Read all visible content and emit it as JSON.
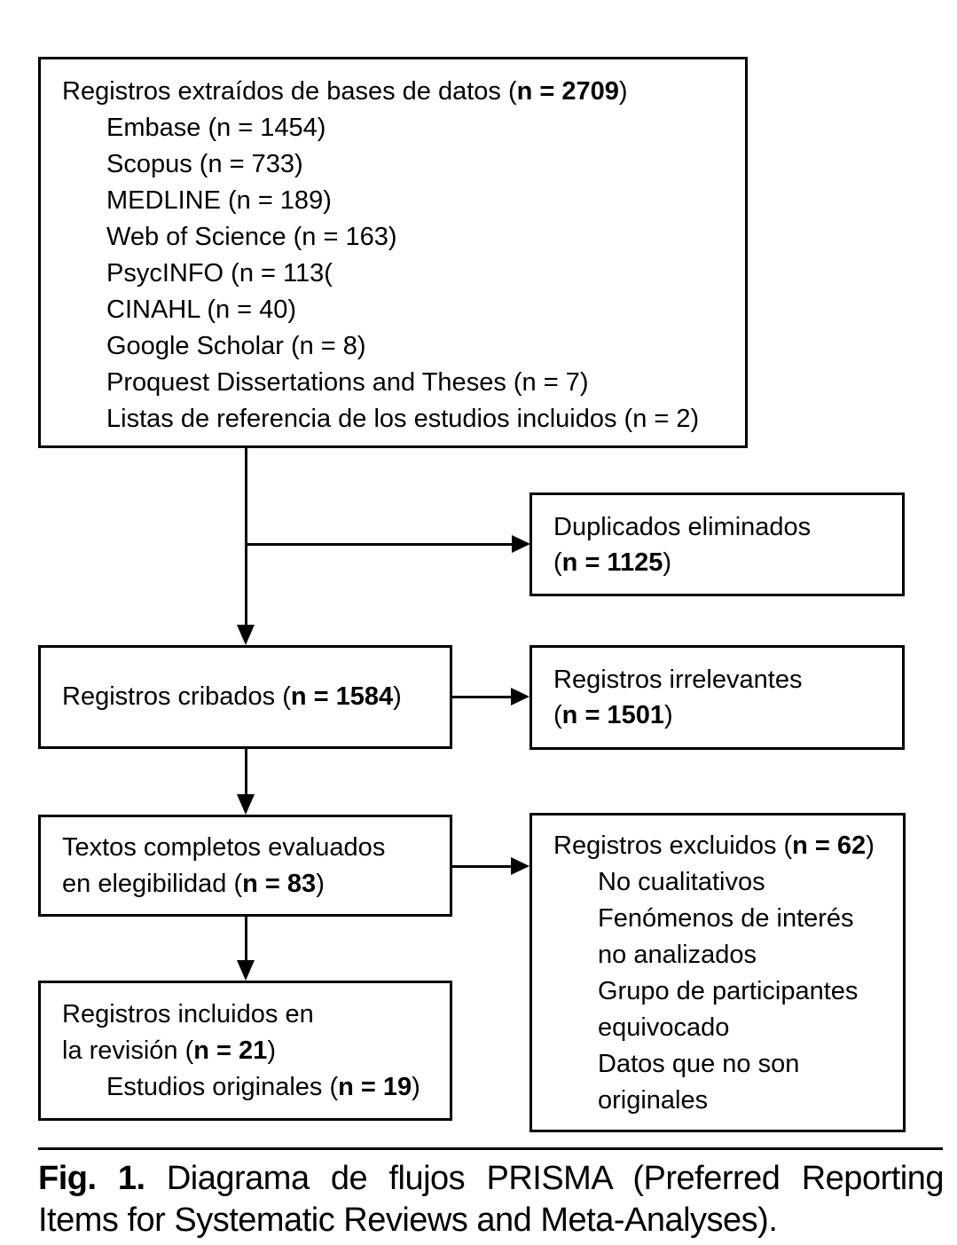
{
  "figure": {
    "colors": {
      "ink": "#000000",
      "background": "#ffffff"
    },
    "boxes": {
      "identification": {
        "title_pre": "Registros extraídos de bases de datos (",
        "title_bold": "n = 2709",
        "title_post": ")",
        "items": [
          "Embase (n = 1454)",
          "Scopus (n = 733)",
          "MEDLINE (n = 189)",
          "Web of Science (n = 163)",
          "PsycINFO (n = 113(",
          "CINAHL (n = 40)",
          "Google Scholar (n = 8)",
          "Proquest Dissertations and Theses (n = 7)",
          "Listas de referencia de los estudios incluidos (n = 2)"
        ]
      },
      "duplicates": {
        "line1": "Duplicados eliminados",
        "pre": "(",
        "bold": "n = 1125",
        "post": ")"
      },
      "screened": {
        "pre": "Registros cribados (",
        "bold": "n = 1584",
        "post": ")"
      },
      "irrelevant": {
        "line1": "Registros irrelevantes",
        "pre": "(",
        "bold": "n = 1501",
        "post": ")"
      },
      "fulltext": {
        "line1": "Textos completos evaluados",
        "line2_pre": "en elegibilidad (",
        "line2_bold": "n = 83",
        "line2_post": ")"
      },
      "excluded": {
        "title_pre": "Registros excluidos (",
        "title_bold": "n = 62",
        "title_post": ")",
        "items": [
          "No cualitativos",
          "Fenómenos de interés no analizados",
          "Grupo de participantes equivocado",
          "Datos que no son originales"
        ]
      },
      "included": {
        "line1": "Registros incluidos en",
        "line2_pre": "la revisión (",
        "line2_bold": "n = 21",
        "line2_post": ")",
        "line3_pre": "Estudios originales (",
        "line3_bold": "n = 19",
        "line3_post": ")"
      }
    },
    "caption": {
      "label": "Fig. 1.",
      "line1_rest": " Diagrama de flujos PRISMA (Preferred Reporting",
      "line2": "Items for Systematic Reviews and Meta-Analyses)."
    }
  }
}
